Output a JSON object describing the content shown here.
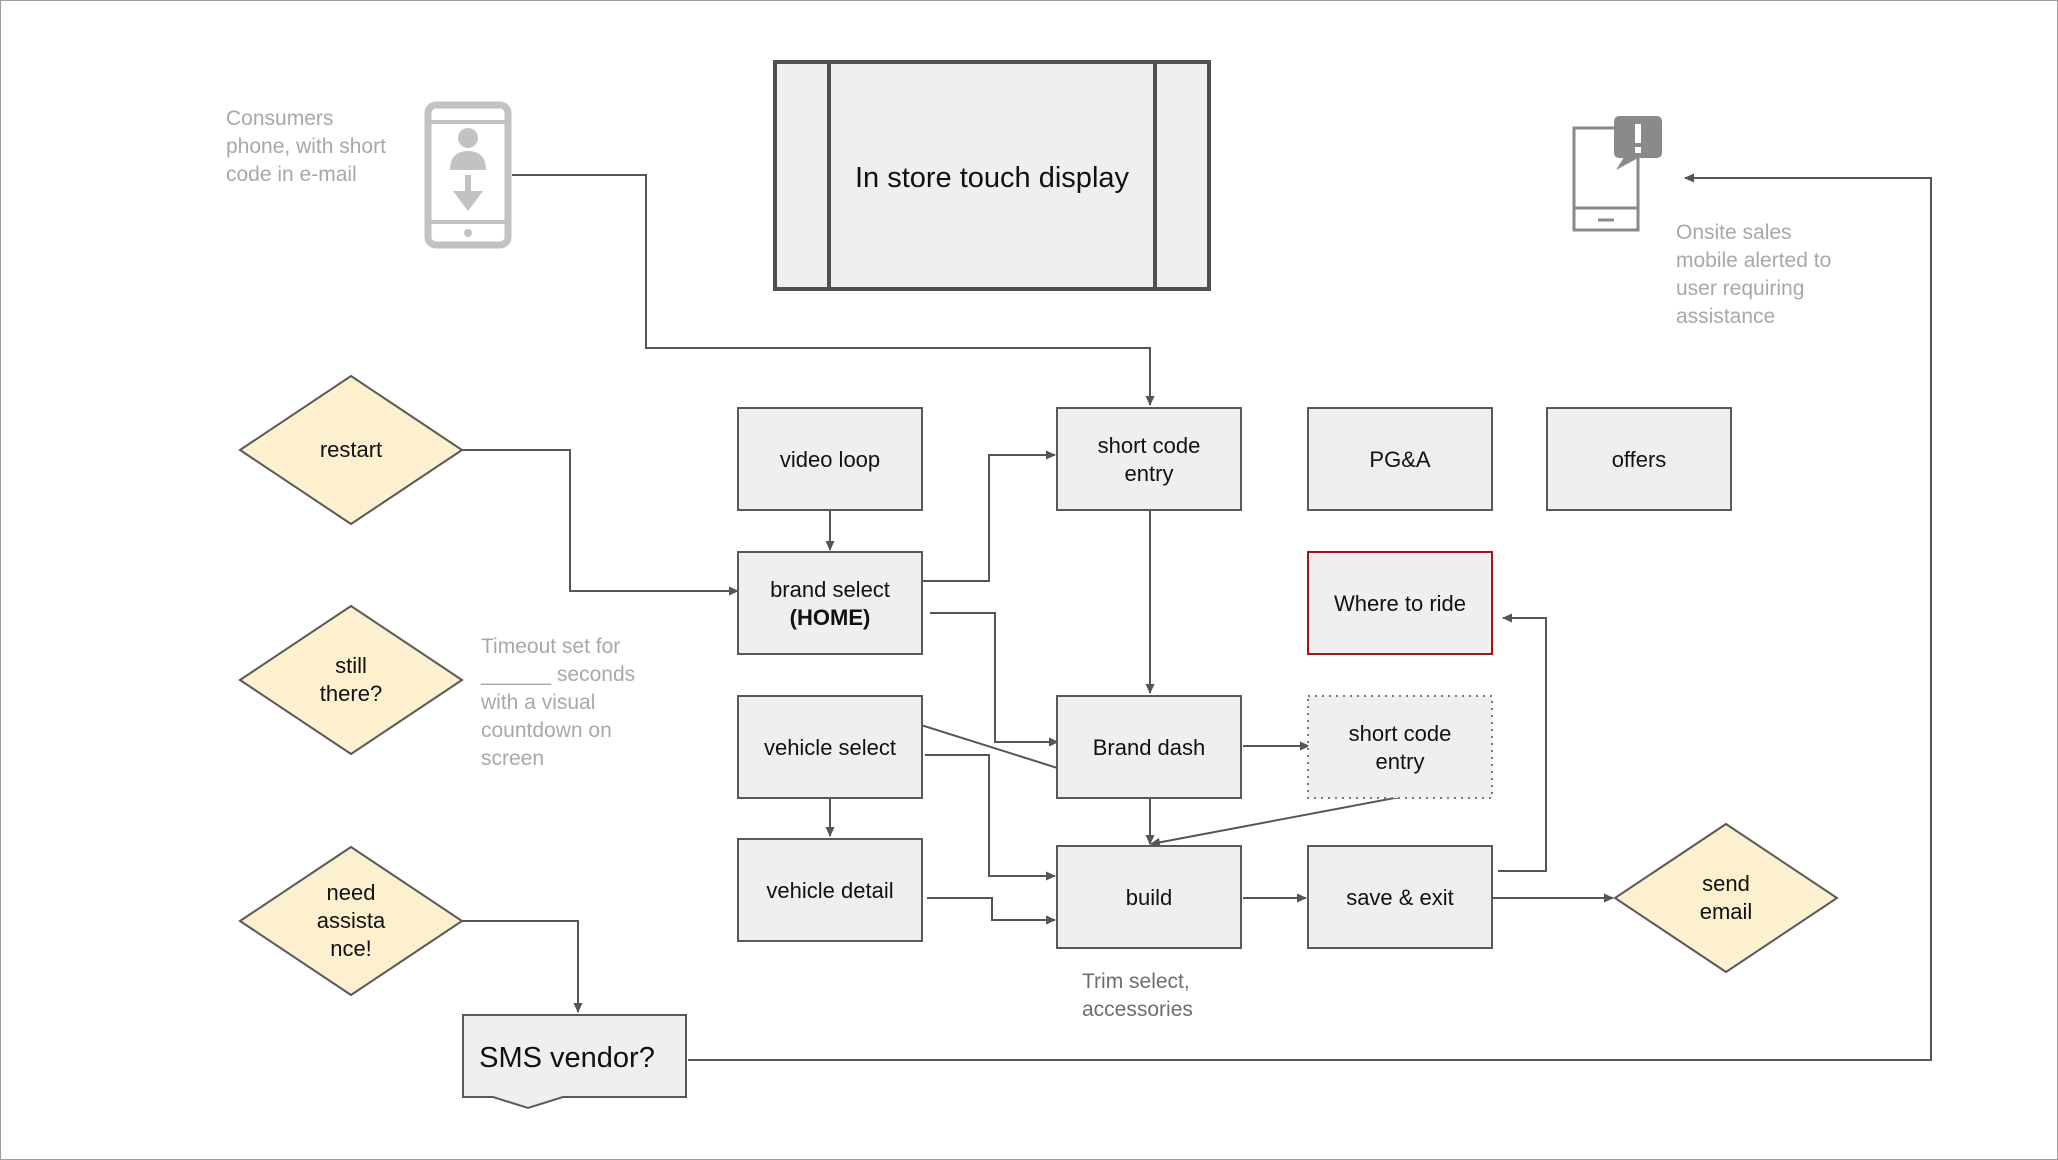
{
  "display": {
    "label": "In store touch display"
  },
  "consumer_phone": {
    "lines": [
      "Consumers",
      "phone, with short",
      "code in e-mail"
    ]
  },
  "sales_mobile": {
    "lines": [
      "Onsite sales",
      "mobile alerted to",
      "user requiring",
      "assistance"
    ]
  },
  "boxes": {
    "video_loop": {
      "lines": [
        "video loop"
      ]
    },
    "brand_select": {
      "lines": [
        "brand select",
        "(HOME)"
      ]
    },
    "vehicle_select": {
      "lines": [
        "vehicle select"
      ]
    },
    "vehicle_detail": {
      "lines": [
        "vehicle detail"
      ]
    },
    "short_code_top": {
      "lines": [
        "short code",
        "entry"
      ]
    },
    "brand_dash": {
      "lines": [
        "Brand dash"
      ]
    },
    "build": {
      "lines": [
        "build"
      ]
    },
    "pga": {
      "lines": [
        "PG&A"
      ]
    },
    "offers": {
      "lines": [
        "offers"
      ]
    },
    "where_to_ride": {
      "lines": [
        "Where to ride"
      ]
    },
    "short_code_dotted": {
      "lines": [
        "short code",
        "entry"
      ]
    },
    "save_exit": {
      "lines": [
        "save & exit"
      ]
    }
  },
  "diamonds": {
    "restart": {
      "lines": [
        "restart"
      ]
    },
    "still_there": {
      "lines": [
        "still",
        "there?"
      ]
    },
    "need_assistance": {
      "lines": [
        "need",
        "assista",
        "nce!"
      ]
    },
    "send_email": {
      "lines": [
        "send",
        "email"
      ]
    }
  },
  "sms_vendor": {
    "label": "SMS vendor?"
  },
  "notes": {
    "timeout": {
      "lines": [
        "Timeout set for",
        "______ seconds",
        "with a visual",
        "countdown on",
        "screen"
      ]
    },
    "trim": {
      "lines": [
        "Trim select,",
        "accessories"
      ]
    }
  },
  "colors": {
    "box_fill": "#efefef",
    "diamond_fill": "#fcf0cf",
    "highlight_border": "#a31515",
    "note_gray": "#a8a8a8"
  },
  "icons": {
    "phone": "phone-download-icon",
    "mobile_alert": "mobile-alert-icon"
  }
}
